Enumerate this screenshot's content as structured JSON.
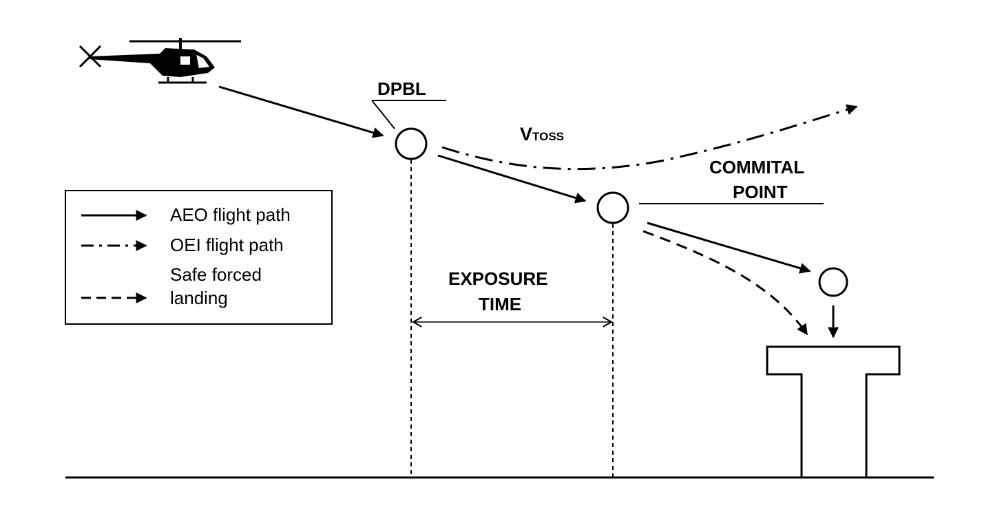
{
  "labels": {
    "dpbl": "DPBL",
    "vtoss_main": "V",
    "vtoss_sub": "TOSS",
    "commital_line1": "COMMITAL",
    "commital_line2": "POINT",
    "exposure_line1": "EXPOSURE",
    "exposure_line2": "TIME"
  },
  "legend": {
    "aeo": "AEO flight path",
    "oei": "OEI flight path",
    "safe_line1": "Safe forced",
    "safe_line2": "landing"
  },
  "colors": {
    "ink": "#000000",
    "background": "#ffffff"
  }
}
